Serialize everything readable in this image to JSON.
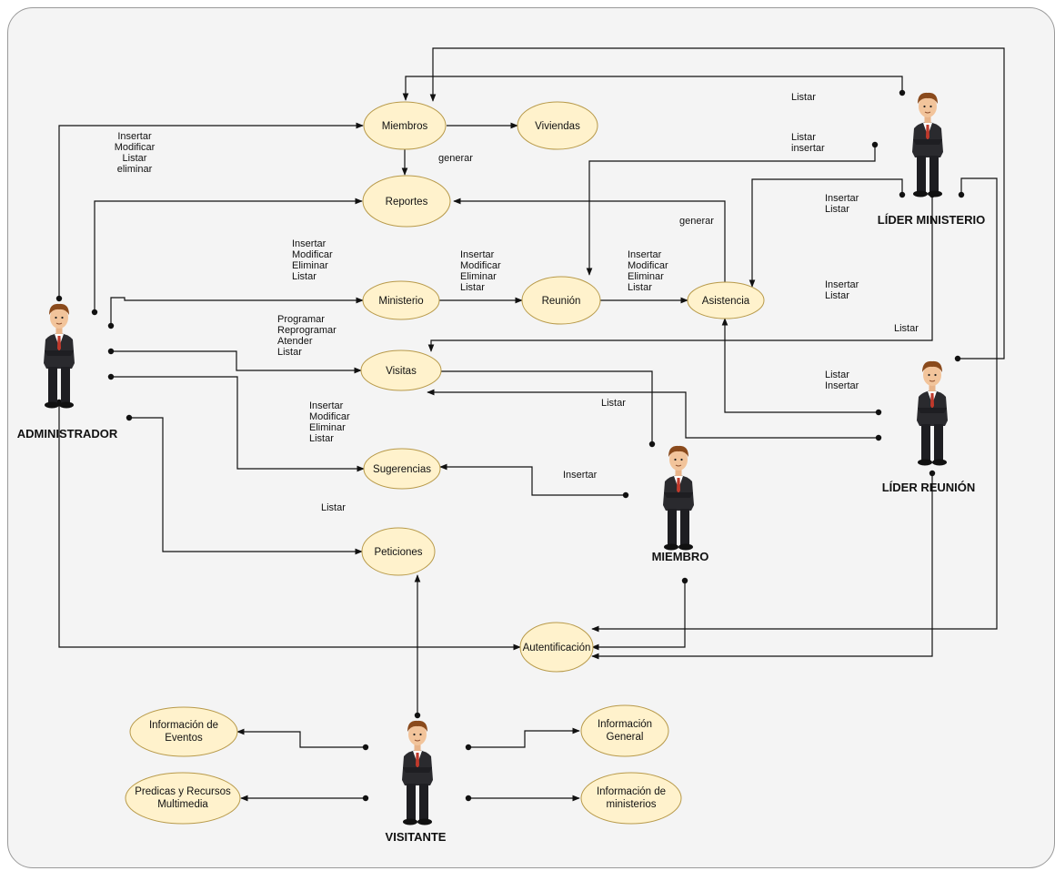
{
  "use_cases": {
    "miembros": "Miembros",
    "viviendas": "Viviendas",
    "reportes": "Reportes",
    "ministerio": "Ministerio",
    "reunion": "Reunión",
    "asistencia": "Asistencia",
    "visitas": "Visitas",
    "sugerencias": "Sugerencias",
    "peticiones": "Peticiones",
    "autentificacion": "Autentificación",
    "info_eventos": [
      "Información de",
      "Eventos"
    ],
    "predicas": [
      "Predicas y Recursos",
      "Multimedia"
    ],
    "info_general": [
      "Información",
      "General"
    ],
    "info_ministerios": [
      "Información de",
      "ministerios"
    ]
  },
  "actors": {
    "administrador": "ADMINISTRADOR",
    "lider_ministerio": "LÍDER MINISTERIO",
    "lider_reunion": "LÍDER REUNIÓN",
    "miembro": "MIEMBRO",
    "visitante": "VISITANTE"
  },
  "labels": {
    "admin_miembros": [
      "Insertar",
      "Modificar",
      "Listar",
      "eliminar"
    ],
    "generar_miembros": "generar",
    "admin_ministerio": [
      "Insertar",
      "Modificar",
      "Eliminar",
      "Listar"
    ],
    "ministerio_reunion": [
      "Insertar",
      "Modificar",
      "Eliminar",
      "Listar"
    ],
    "reunion_asistencia": [
      "Insertar",
      "Modificar",
      "Eliminar",
      "Listar"
    ],
    "generar_asistencia": "generar",
    "admin_visitas": [
      "Programar",
      "Reprogramar",
      "Atender",
      "Listar"
    ],
    "admin_sugerencias": [
      "Insertar",
      "Modificar",
      "Eliminar",
      "Listar"
    ],
    "admin_peticiones": "Listar",
    "lm_miembros": "Listar",
    "lm_reunion": [
      "Listar",
      "insertar"
    ],
    "lm_asistencia": [
      "Insertar",
      "Listar"
    ],
    "lm_asistencia2": [
      "Insertar",
      "Listar"
    ],
    "lm_visitas": "Listar",
    "lr_visitas": [
      "Listar",
      "Insertar"
    ],
    "miembro_visitas": "Listar",
    "miembro_sugerencias": "Insertar"
  }
}
